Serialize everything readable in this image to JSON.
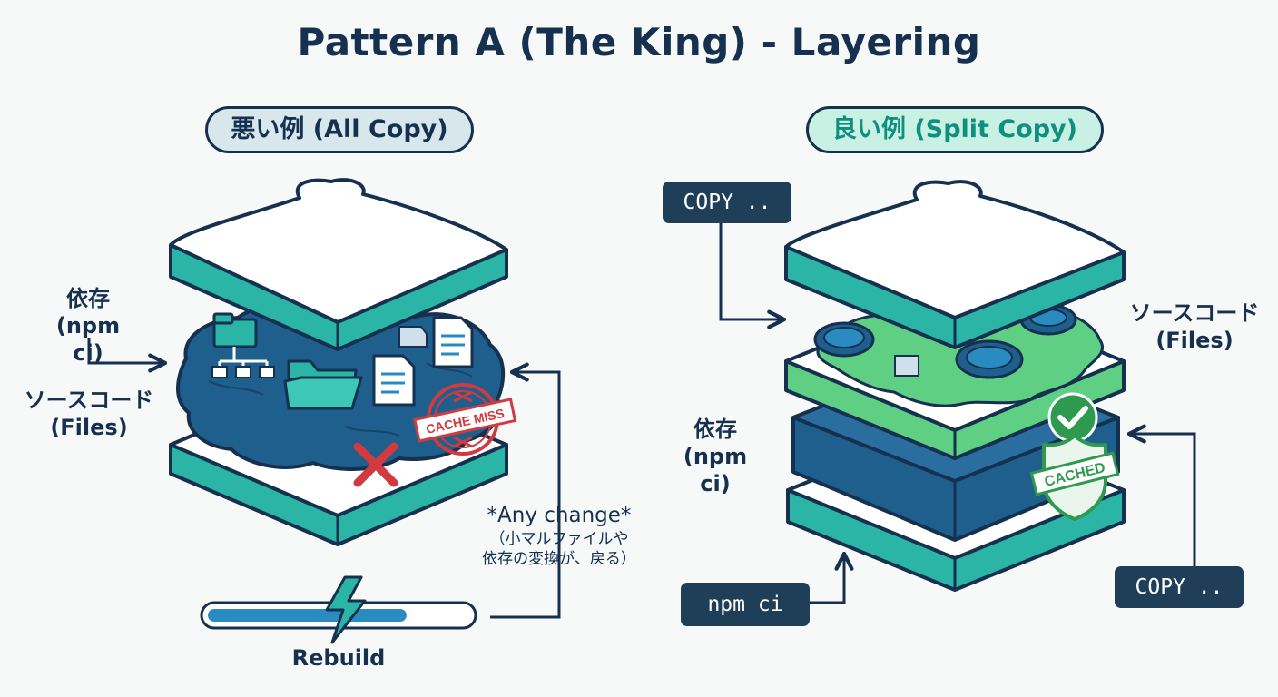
{
  "title": "Pattern A (The King) - Layering",
  "bad": {
    "heading": "悪い例 (All Copy)",
    "deps_label": "依存",
    "deps_sub": "(npm ci)",
    "src_label": "ソースコード",
    "src_sub": "(Files)",
    "stamp": "CACHE MISS",
    "change_title": "*Any change*",
    "change_note_1": "（小マルファイルや",
    "change_note_2": "依存の変換が、戻る）",
    "rebuild_label": "Rebuild",
    "rebuild_progress": 0.76
  },
  "good": {
    "heading": "良い例 (Split Copy)",
    "copy_top": "COPY ..",
    "src_label": "ソースコード",
    "src_sub": "(Files)",
    "deps_label": "依存",
    "deps_sub": "(npm ci)",
    "stamp": "CACHED",
    "npm_box": "npm ci",
    "copy_bottom": "COPY .."
  },
  "colors": {
    "navy": "#16304f",
    "teal": "#2bb5a6",
    "dark_blue": "#1f5f8e",
    "green": "#5fcf83",
    "red": "#d13a3f",
    "cached_green": "#2f9a4f"
  }
}
